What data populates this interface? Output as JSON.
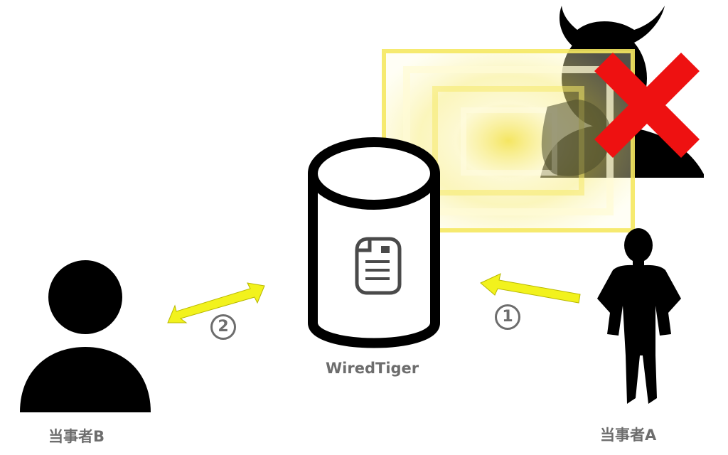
{
  "database": {
    "label": "WiredTiger",
    "icon": "document-icon"
  },
  "party_a": {
    "label": "当事者A",
    "icon": "standing-man-icon"
  },
  "party_b": {
    "label": "当事者B",
    "icon": "user-avatar-icon"
  },
  "attacker": {
    "icon": "devil-icon",
    "blocked_icon": "red-x-icon"
  },
  "encryption_shield": {
    "icon": "glowing-shield-icon"
  },
  "steps": [
    {
      "marker": "1",
      "description_icon": "arrow-a-to-db"
    },
    {
      "marker": "2",
      "description_icon": "arrow-db-to-b-bidirectional"
    }
  ],
  "colors": {
    "arrow_yellow": "#f2f21d",
    "shield_yellow": "#f5e860",
    "cross_red": "#ee1111",
    "silhouette": "#000000",
    "label_gray": "#6d6d6d"
  }
}
